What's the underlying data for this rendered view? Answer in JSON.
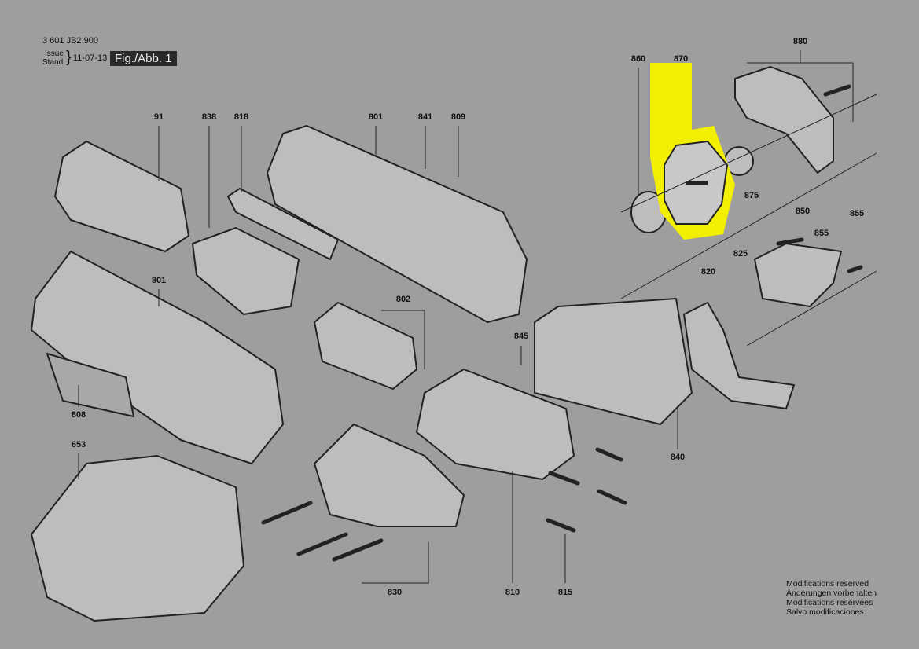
{
  "header": {
    "doc_number": "3 601 JB2 900",
    "issue_label": "Issue",
    "stand_label": "Stand",
    "date": "11-07-13",
    "figure_label": "Fig./Abb. 1"
  },
  "highlight": {
    "part": "870",
    "color": "#f2f000"
  },
  "parts": [
    {
      "id": "p91",
      "label": "91"
    },
    {
      "id": "p838",
      "label": "838"
    },
    {
      "id": "p818",
      "label": "818"
    },
    {
      "id": "p801a",
      "label": "801"
    },
    {
      "id": "p841",
      "label": "841"
    },
    {
      "id": "p809",
      "label": "809"
    },
    {
      "id": "p860",
      "label": "860"
    },
    {
      "id": "p870",
      "label": "870"
    },
    {
      "id": "p880",
      "label": "880"
    },
    {
      "id": "p875",
      "label": "875"
    },
    {
      "id": "p850",
      "label": "850"
    },
    {
      "id": "p855a",
      "label": "855"
    },
    {
      "id": "p855b",
      "label": "855"
    },
    {
      "id": "p825",
      "label": "825"
    },
    {
      "id": "p820",
      "label": "820"
    },
    {
      "id": "p801b",
      "label": "801"
    },
    {
      "id": "p802",
      "label": "802"
    },
    {
      "id": "p845",
      "label": "845"
    },
    {
      "id": "p808",
      "label": "808"
    },
    {
      "id": "p840",
      "label": "840"
    },
    {
      "id": "p653",
      "label": "653"
    },
    {
      "id": "p830",
      "label": "830"
    },
    {
      "id": "p810",
      "label": "810"
    },
    {
      "id": "p815",
      "label": "815"
    }
  ],
  "modifications": [
    "Modifications reserved",
    "Änderungen vorbehalten",
    "Modifications resérvées",
    "Salvo modificaciones"
  ]
}
